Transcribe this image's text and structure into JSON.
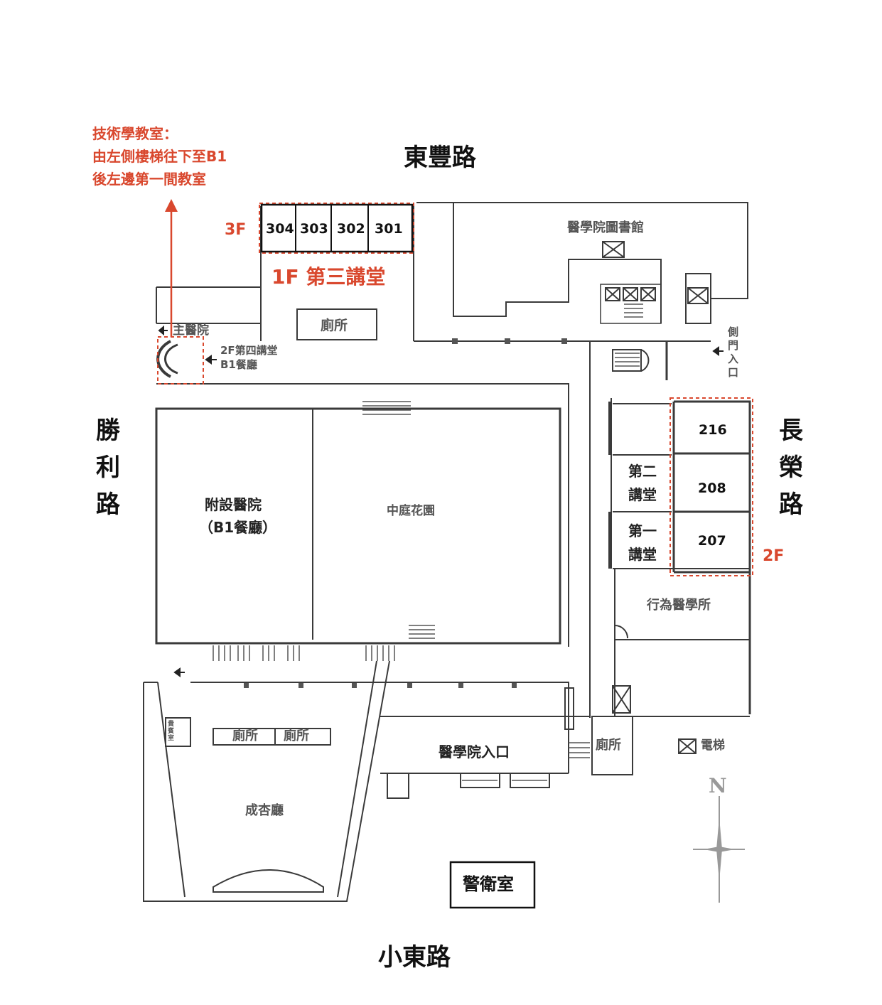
{
  "roads": {
    "north": "東豐路",
    "south": "小東路",
    "west": "勝利路",
    "east": "長榮路"
  },
  "note": {
    "line1": "技術學教室：",
    "line2": "由左側樓梯往下至B1",
    "line3": "後左邊第一間教室"
  },
  "floors": {
    "third": "3F",
    "second": "2F"
  },
  "rooms_3f": [
    "304",
    "303",
    "302",
    "301"
  ],
  "rooms_2f": [
    "216",
    "208",
    "207"
  ],
  "hall_3": "1F 第三講堂",
  "hall_2": {
    "line1": "第二",
    "line2": "講堂"
  },
  "hall_1": {
    "line1": "第一",
    "line2": "講堂"
  },
  "labels": {
    "library": "醫學院圖書館",
    "toilet_top": "廁所",
    "main_hospital": "主醫院",
    "stair_note_1": "2F第四講堂",
    "stair_note_2": "B1餐廳",
    "side_gate": "側門入口",
    "hospital_1": "附設醫院",
    "hospital_2": "（B1餐廳）",
    "garden": "中庭花園",
    "behavior": "行為醫學所",
    "toilet_a": "廁所",
    "toilet_b": "廁所",
    "toilet_c": "廁所",
    "storage": "貴賓室",
    "entrance": "醫學院入口",
    "hall": "成杏廳",
    "elevator": "電梯",
    "guard": "警衛室",
    "north": "N"
  },
  "colors": {
    "highlight": "#d9482e",
    "wall": "#3a3a3a",
    "light_wall": "#888888"
  },
  "highlighted_rooms": [
    "304",
    "303",
    "301",
    "207"
  ]
}
